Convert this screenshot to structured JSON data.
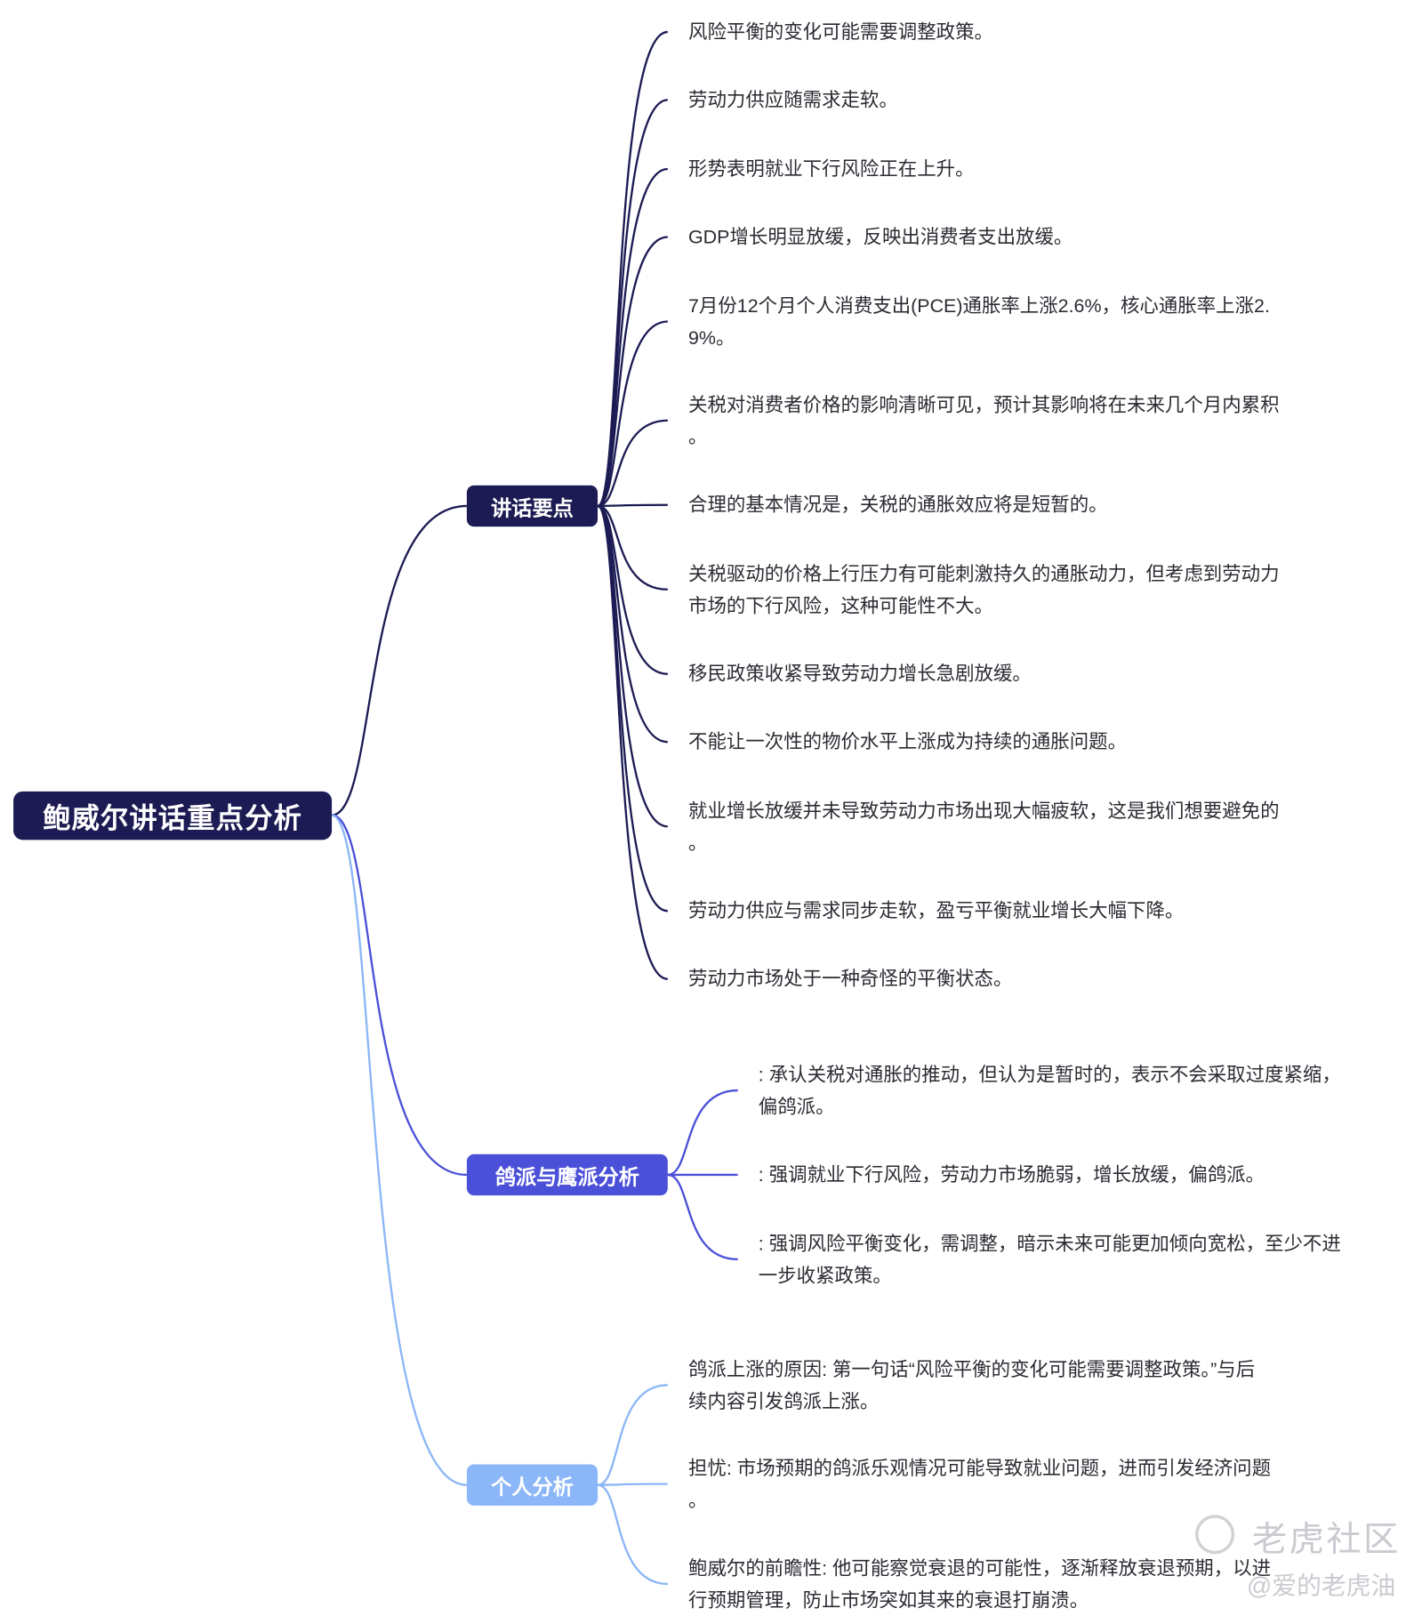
{
  "colors": {
    "root": "#1c1b53",
    "branch1": "#1c1b53",
    "branch2": "#4b50d8",
    "branch3": "#8bb6f7"
  },
  "root": {
    "label": "鲍威尔讲话重点分析"
  },
  "branches": [
    {
      "label": "讲话要点",
      "items": [
        [
          "风险平衡的变化可能需要调整政策。"
        ],
        [
          "劳动力供应随需求走软。"
        ],
        [
          "形势表明就业下行风险正在上升。"
        ],
        [
          "GDP增长明显放缓，反映出消费者支出放缓。"
        ],
        [
          "7月份12个月个人消费支出(PCE)通胀率上涨2.6%，核心通胀率上涨2.",
          "9%。"
        ],
        [
          "关税对消费者价格的影响清晰可见，预计其影响将在未来几个月内累积",
          "。"
        ],
        [
          "合理的基本情况是，关税的通胀效应将是短暂的。"
        ],
        [
          "关税驱动的价格上行压力有可能刺激持久的通胀动力，但考虑到劳动力",
          "市场的下行风险，这种可能性不大。"
        ],
        [
          "移民政策收紧导致劳动力增长急剧放缓。"
        ],
        [
          "不能让一次性的物价水平上涨成为持续的通胀问题。"
        ],
        [
          "就业增长放缓并未导致劳动力市场出现大幅疲软，这是我们想要避免的",
          "。"
        ],
        [
          "劳动力供应与需求同步走软，盈亏平衡就业增长大幅下降。"
        ],
        [
          "劳动力市场处于一种奇怪的平衡状态。"
        ]
      ]
    },
    {
      "label": "鸽派与鹰派分析",
      "items": [
        [
          ": 承认关税对通胀的推动，但认为是暂时的，表示不会采取过度紧缩，",
          "偏鸽派。"
        ],
        [
          ": 强调就业下行风险，劳动力市场脆弱，增长放缓，偏鸽派。"
        ],
        [
          ": 强调风险平衡变化，需调整，暗示未来可能更加倾向宽松，至少不进",
          "一步收紧政策。"
        ]
      ]
    },
    {
      "label": "个人分析",
      "items": [
        [
          "鸽派上涨的原因: 第一句话“风险平衡的变化可能需要调整政策。”与后",
          "续内容引发鸽派上涨。"
        ],
        [
          "担忧: 市场预期的鸽派乐观情况可能导致就业问题，进而引发经济问题",
          "。"
        ],
        [
          "鲍威尔的前瞻性: 他可能察觉衰退的可能性，逐渐释放衰退预期，以进",
          "行预期管理，防止市场突如其来的衰退打崩溃。"
        ]
      ]
    }
  ],
  "watermark": {
    "brand": "老虎社区",
    "user": "@爱的老虎油"
  }
}
